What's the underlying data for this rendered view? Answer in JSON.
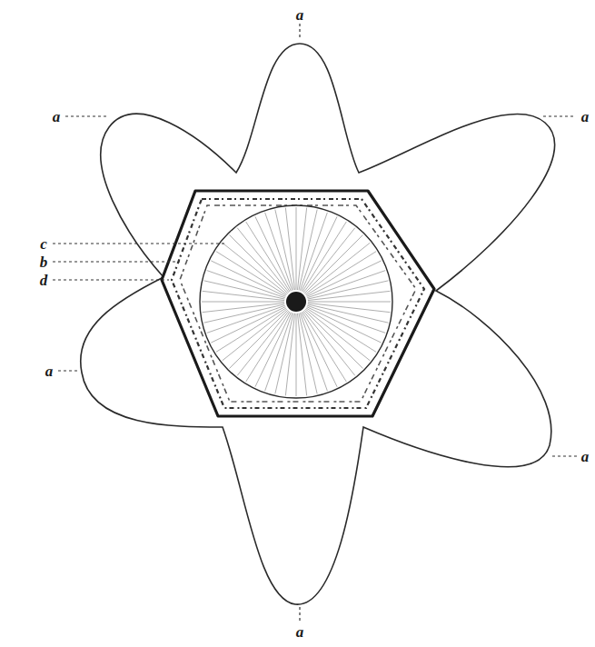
{
  "diagram": {
    "labels": [
      "a",
      "a",
      "a",
      "c",
      "b",
      "d",
      "a",
      "a",
      "a"
    ]
  }
}
